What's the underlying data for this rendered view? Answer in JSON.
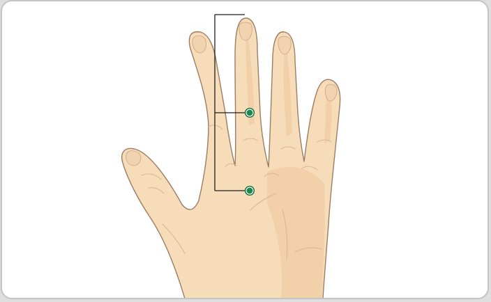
{
  "illustration": {
    "subject": "hand-dorsum",
    "colors": {
      "skin": "#f6dcb8",
      "skin_shade": "#ecc79e",
      "outline": "#9c7d63",
      "crease": "#d9b894",
      "nail": "#f1d3b0",
      "bracket_line": "#1f1f1f",
      "marker": "#1a8a4c",
      "marker_ring": "#ffffff",
      "marker_outer": "#0d6b37",
      "frame_border": "#c4c4c4"
    },
    "markers": [
      {
        "name": "upper-acupoint"
      },
      {
        "name": "lower-acupoint"
      }
    ]
  }
}
